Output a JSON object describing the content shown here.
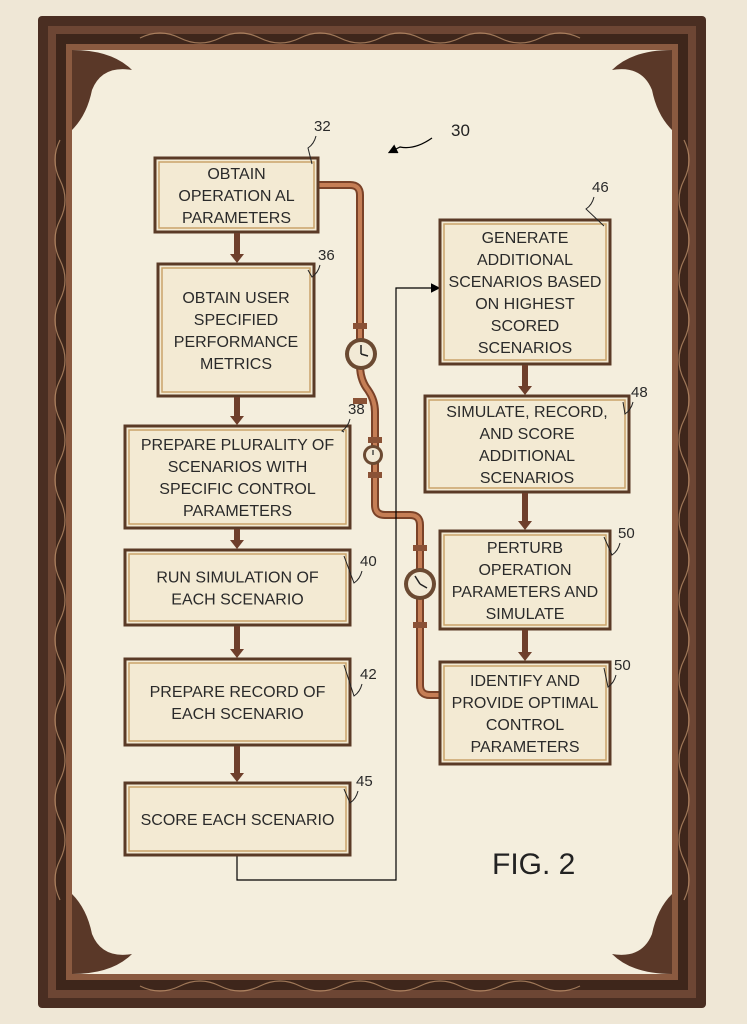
{
  "figure_label": "FIG. 2",
  "figure_ref": "30",
  "colors": {
    "frame_dark": "#4a2e22",
    "frame_mid": "#6d4634",
    "paper": "#f4eedd",
    "box_border": "#5a3a26",
    "box_fill": "#f3ead3",
    "box_inner": "#c9a36a",
    "arrow": "#6e3f2b",
    "pipe": "#b8714a",
    "text": "#2a2a2a"
  },
  "boxes": [
    {
      "id": "b32",
      "ref": "32",
      "lines": [
        "OBTAIN",
        "OPERATION AL",
        "PARAMETERS"
      ]
    },
    {
      "id": "b36",
      "ref": "36",
      "lines": [
        "OBTAIN USER",
        "SPECIFIED",
        "PERFORMANCE",
        "METRICS"
      ]
    },
    {
      "id": "b38",
      "ref": "38",
      "lines": [
        "PREPARE  PLURALITY OF",
        "SCENARIOS WITH",
        "SPECIFIC CONTROL",
        "PARAMETERS"
      ]
    },
    {
      "id": "b40",
      "ref": "40",
      "lines": [
        "RUN SIMULATION OF",
        "EACH SCENARIO"
      ]
    },
    {
      "id": "b42",
      "ref": "42",
      "lines": [
        "PREPARE RECORD OF",
        "EACH SCENARIO"
      ]
    },
    {
      "id": "b45",
      "ref": "45",
      "lines": [
        "SCORE EACH SCENARIO"
      ]
    },
    {
      "id": "b46",
      "ref": "46",
      "lines": [
        "GENERATE",
        "ADDITIONAL",
        "SCENARIOS BASED",
        "ON HIGHEST",
        "SCORED",
        "SCENARIOS"
      ]
    },
    {
      "id": "b48",
      "ref": "48",
      "lines": [
        "SIMULATE, RECORD,",
        "AND SCORE",
        "ADDITIONAL",
        "SCENARIOS"
      ]
    },
    {
      "id": "b50a",
      "ref": "50",
      "lines": [
        "PERTURB",
        "OPERATION",
        "PARAMETERS AND",
        "SIMULATE"
      ]
    },
    {
      "id": "b50b",
      "ref": "50",
      "lines": [
        "IDENTIFY AND",
        "PROVIDE OPTIMAL",
        "CONTROL",
        "PARAMETERS"
      ]
    }
  ]
}
